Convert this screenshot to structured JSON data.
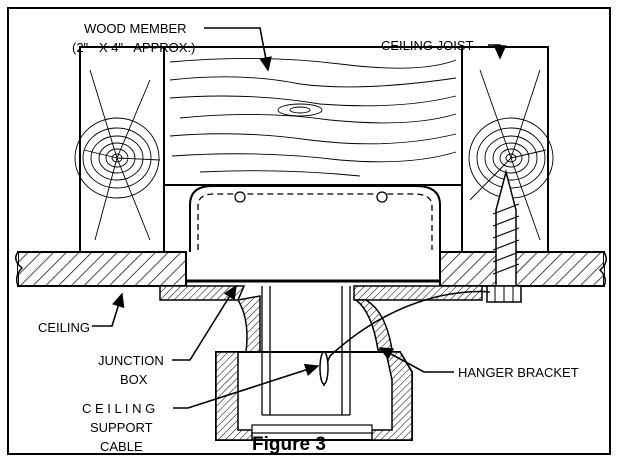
{
  "labels": {
    "wood_member_line1": "WOOD MEMBER",
    "wood_member_line2": "(2\"   X 4\"   APPROX.)",
    "ceiling_joist": "CEILING JOIST",
    "ceiling": "CEILING",
    "junction_box_line1": "JUNCTION",
    "junction_box_line2": "BOX",
    "cable_line1": "C E I L I N G",
    "cable_line2": "SUPPORT",
    "cable_line3": "CABLE",
    "hanger_bracket": "HANGER BRACKET"
  },
  "caption": "Figure 3"
}
